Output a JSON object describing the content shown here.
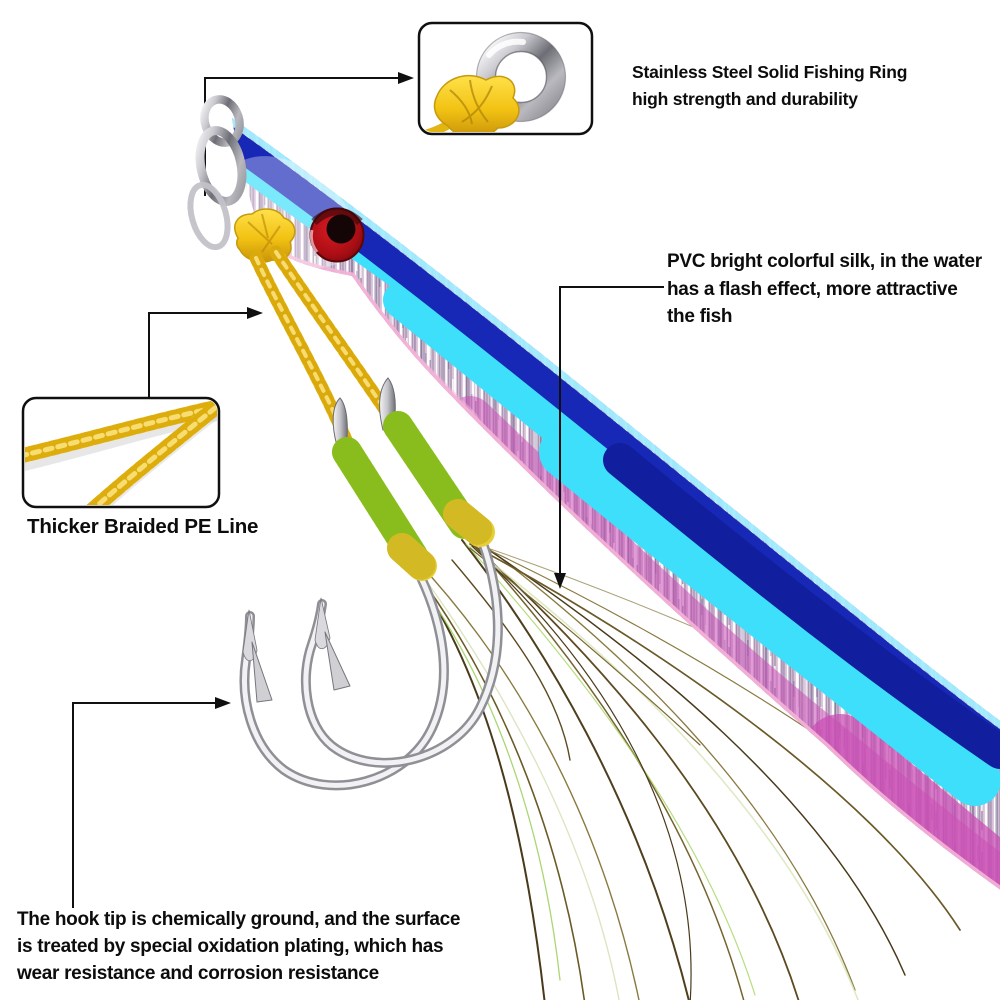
{
  "figure": {
    "type": "annotated-product-photo",
    "subject_parts": [
      "jig-lure-body",
      "lure-eye",
      "solid-ring",
      "split-rings",
      "pe-assist-cords",
      "assist-hook-left",
      "assist-hook-right",
      "hook-thread-wraps",
      "flash-tinsel-silk"
    ]
  },
  "annotations": {
    "ring": {
      "line1": "Stainless Steel Solid Fishing Ring",
      "line2": "high strength and durability"
    },
    "silk": {
      "line1": "PVC bright colorful silk, in the water",
      "line2": "has a flash effect, more attractive",
      "line3": "the fish"
    },
    "pe_line": {
      "label": "Thicker Braided PE Line"
    },
    "hook": {
      "line1": "The hook tip is chemically ground, and the surface",
      "line2": "is treated by special oxidation plating, which has",
      "line3": "wear resistance and corrosion resistance"
    }
  },
  "colors": {
    "background": "#ffffff",
    "callout_line": "#101010",
    "text": "#0c0c0c",
    "body_navy": "#1828b6",
    "body_cyan": "#3ddffb",
    "body_cyan_rim": "#a0ecff",
    "body_flank_silver": "#e2d2e2",
    "body_belly_pink": "#f3b1d6",
    "body_tail_magenta": "#c94fb4",
    "eye_red": "#c01218",
    "eye_pupil": "#140607",
    "cord_yellow": "#f2c213",
    "wrap_chartreuse": "#9fd32a",
    "wrap_band_yellow": "#e7ce35",
    "hook_silver": "#c3c3c9",
    "tinsel_olive": "#6b5a28",
    "tinsel_green": "#9ccf5a"
  }
}
